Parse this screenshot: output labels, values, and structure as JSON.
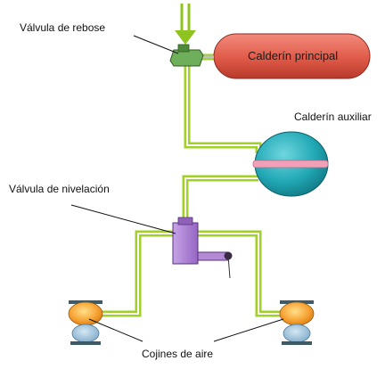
{
  "labels": {
    "overflow_valve": "Válvula de rebose",
    "main_tank": "Calderín principal",
    "aux_tank": "Calderín auxiliar",
    "leveling_valve": "Válvula de nivelación",
    "air_cushions": "Cojines de aire"
  },
  "colors": {
    "pipe": "#9fd12a",
    "pipe_core": "#ffffff",
    "arrow": "#8fc31f",
    "main_tank": "#e8604f",
    "aux_tank": "#1fb3c0",
    "aux_band": "#f2a0b8",
    "overflow_valve": "#6fae5a",
    "leveling_valve": "#b48ad6",
    "cushion_top": "#f6a030",
    "cushion_base": "#8fb8d8",
    "plate": "#3d5a66"
  }
}
